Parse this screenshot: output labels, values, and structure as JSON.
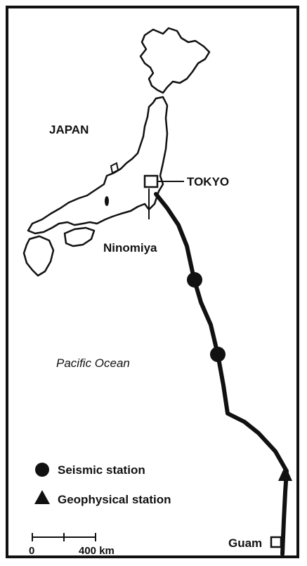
{
  "map": {
    "labels": {
      "japan": "JAPAN",
      "tokyo": "TOKYO",
      "ninomiya": "Ninomiya",
      "ocean": "Pacific Ocean",
      "guam": "Guam"
    },
    "legend": {
      "seismic": "Seismic station",
      "geophysical": "Geophysical station"
    },
    "scale_bar": {
      "start": "0",
      "end": "400 km"
    },
    "colors": {
      "ink": "#111111",
      "background": "#ffffff"
    },
    "markers": {
      "seismic_count": 2,
      "geophysical_count": 1
    }
  }
}
